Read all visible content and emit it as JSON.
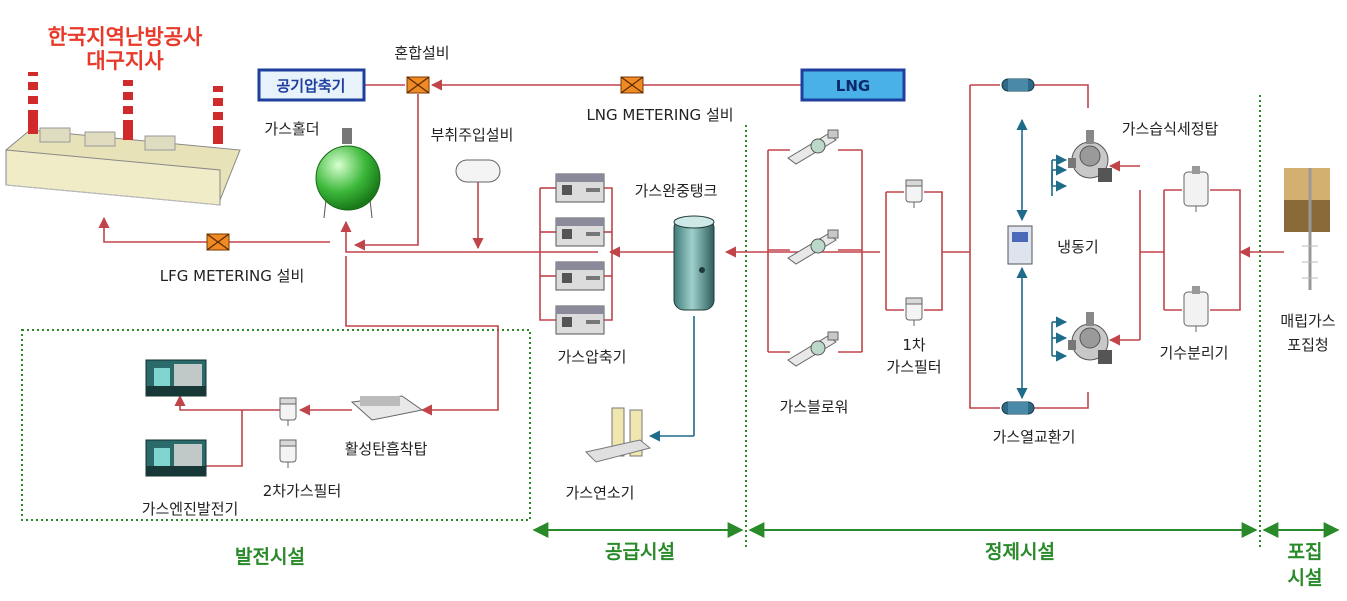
{
  "org": {
    "line1": "한국지역난방공사",
    "line2": "대구지사",
    "color": "#e8392b"
  },
  "boxes": {
    "air_compressor": "공기압축기",
    "lng": "LNG"
  },
  "labels": {
    "mixing": "혼합설비",
    "lng_metering": "LNG METERING 설비",
    "gas_holder": "가스홀더",
    "odorant": "부취주입설비",
    "buffer_tank": "가스완중탱크",
    "lfg_metering": "LFG METERING 설비",
    "gas_compressor": "가스압축기",
    "gas_combustor": "가스연소기",
    "gas_blower": "가스블로워",
    "primary_filter_1": "1차",
    "primary_filter_2": "가스필터",
    "refrigerator": "냉동기",
    "heat_exchanger": "가스열교환기",
    "wet_scrubber": "가스습식세정탑",
    "separator": "기수분리기",
    "collection_well_1": "매립가스",
    "collection_well_2": "포집청",
    "activated_carbon": "활성탄흡착탑",
    "secondary_filter": "2차가스필터",
    "gas_engine": "가스엔진발전기"
  },
  "sections": {
    "power": "발전시설",
    "supply": "공급시설",
    "refining": "정제시설",
    "collection_1": "포집",
    "collection_2": "시설"
  },
  "colors": {
    "pipe": "#c0444a",
    "green_line": "#2a8a2a",
    "blue_box": "#1e3f9e",
    "lng_fill": "#4ab0e8",
    "valve": "#f08a24"
  }
}
